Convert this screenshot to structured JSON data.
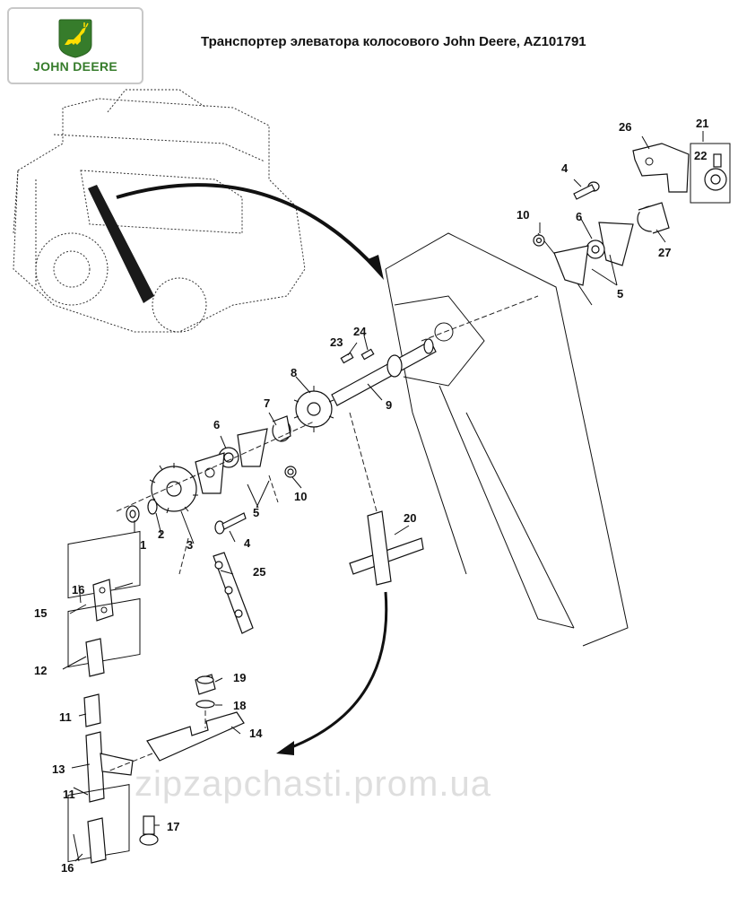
{
  "header": {
    "title": "Транспортер элеватора колосового John Deere, AZ101791",
    "logo_text": "JOHN DEERE"
  },
  "watermark": "zipzapchasti.prom.ua",
  "callouts": {
    "c1": "1",
    "c2": "2",
    "c3": "3",
    "c4a": "4",
    "c4b": "4",
    "c5a": "5",
    "c5b": "5",
    "c6a": "6",
    "c6b": "6",
    "c7": "7",
    "c8": "8",
    "c9": "9",
    "c10a": "10",
    "c10b": "10",
    "c11a": "11",
    "c11b": "11",
    "c12": "12",
    "c13": "13",
    "c14": "14",
    "c15": "15",
    "c16a": "16",
    "c16b": "16",
    "c17": "17",
    "c18": "18",
    "c19": "19",
    "c20": "20",
    "c21": "21",
    "c22": "22",
    "c23": "23",
    "c24": "24",
    "c25": "25",
    "c26": "26",
    "c27": "27"
  },
  "colors": {
    "brand_green": "#367c2b",
    "brand_yellow": "#ffde00"
  },
  "icons": {
    "logo": "john-deere-deer-icon"
  }
}
